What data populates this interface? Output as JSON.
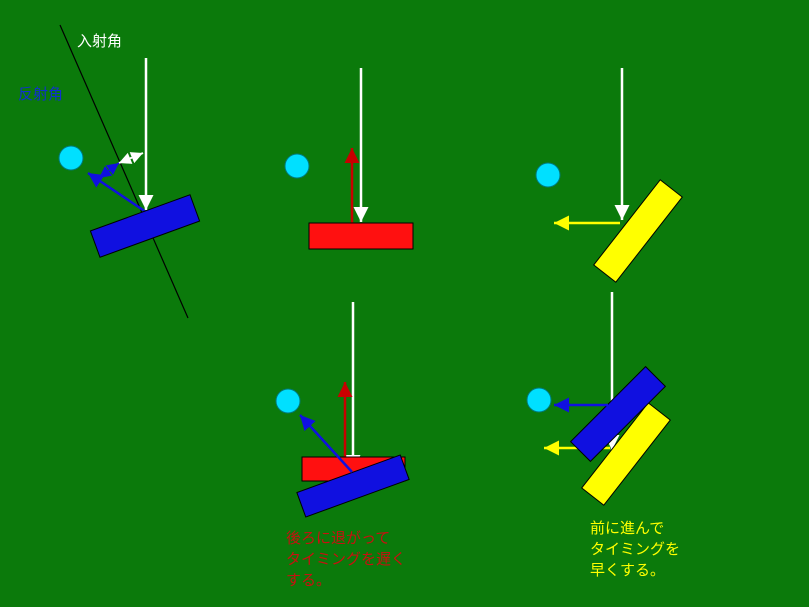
{
  "labels": {
    "incident_angle": "入射角",
    "reflection_angle": "反射角"
  },
  "captions": {
    "red_line1": "後ろに退がって",
    "red_line2": "タイミングを遅く",
    "red_line3": "する。",
    "yellow_line1": "前に進んで",
    "yellow_line2": "タイミングを",
    "yellow_line3": "早くする。"
  },
  "colors": {
    "background": "#0b7a0b",
    "ball": "#00e0ff",
    "paddle_blue": "#1010e0",
    "paddle_red": "#ff1010",
    "paddle_yellow": "#ffff00",
    "arrow_white": "#ffffff",
    "arrow_red": "#c80000",
    "arrow_blue": "#1010e0",
    "arrow_yellow": "#ffff00",
    "normal_line": "#000000",
    "caption_red": "#c81010",
    "caption_yellow": "#ffff00",
    "label_blue": "#1030d0"
  }
}
